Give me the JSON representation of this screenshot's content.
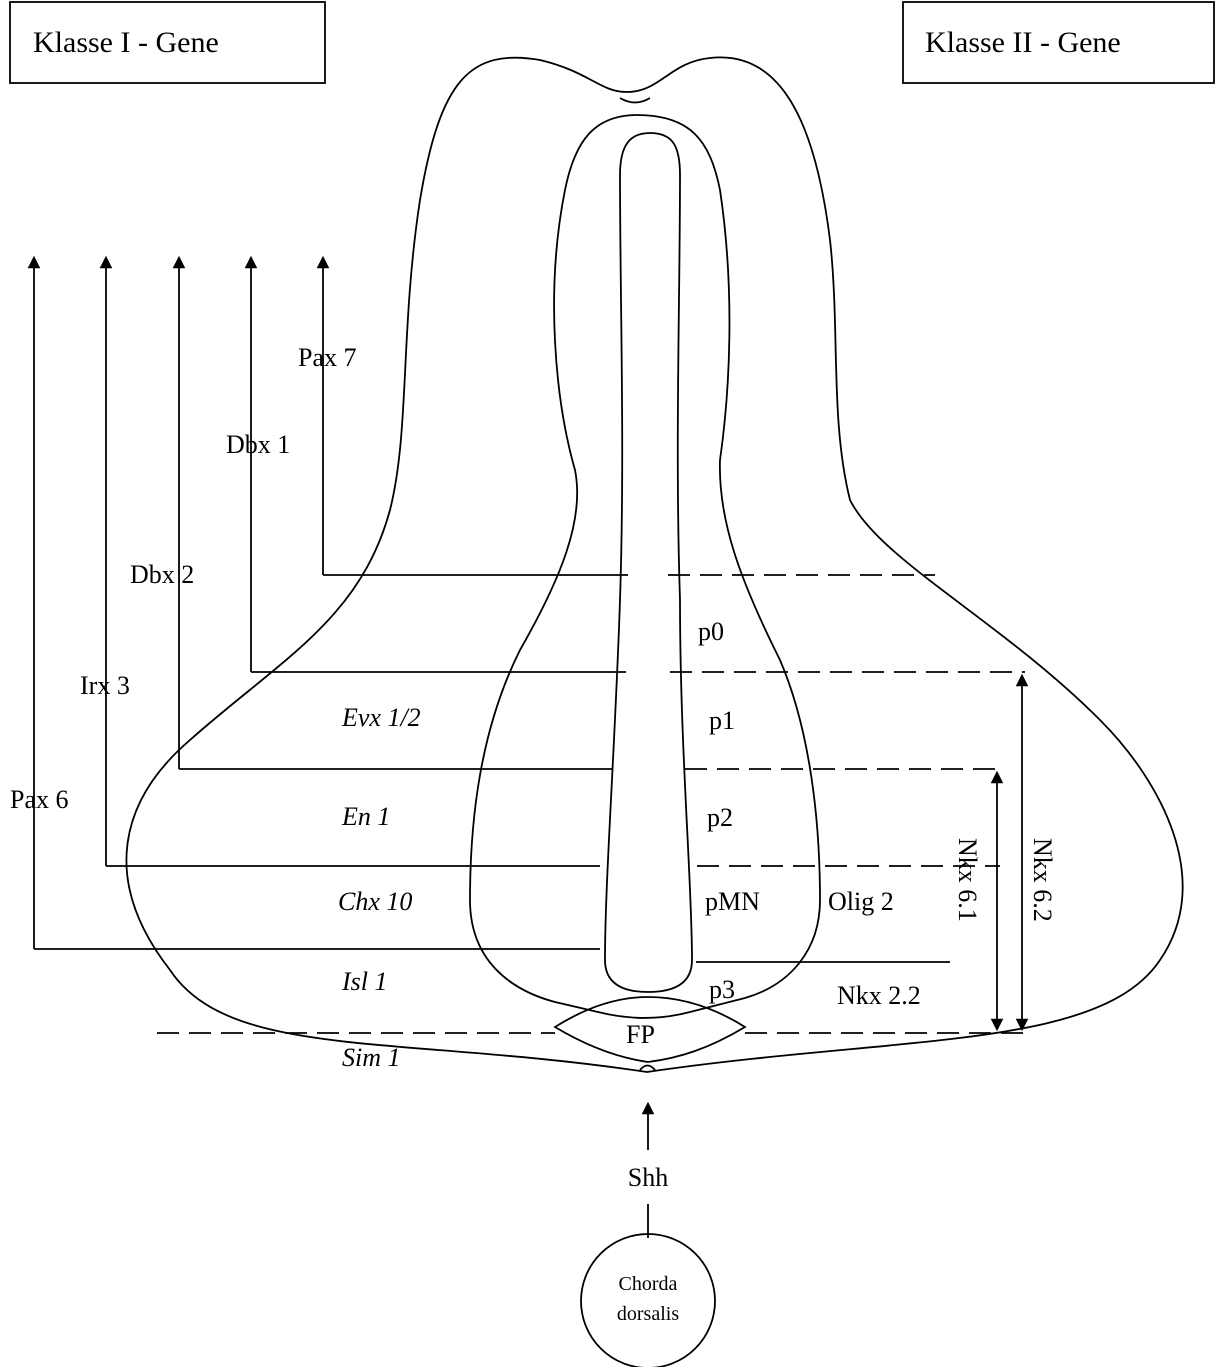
{
  "header": {
    "class1_title": "Klasse I - Gene",
    "class2_title": "Klasse II - Gene"
  },
  "class1_genes": {
    "pax7": "Pax 7",
    "dbx1": "Dbx 1",
    "dbx2": "Dbx 2",
    "irx3": "Irx 3",
    "pax6": "Pax 6"
  },
  "class2_genes": {
    "olig2": "Olig 2",
    "nkx22": "Nkx 2.2",
    "nkx61": "Nkx 6.1",
    "nkx62": "Nkx 6.2"
  },
  "interneuron_markers": {
    "evx": "Evx 1/2",
    "en1": "En 1",
    "chx10": "Chx 10",
    "isl1": "Isl 1",
    "sim1": "Sim 1"
  },
  "progenitor_domains": {
    "p0": "p0",
    "p1": "p1",
    "p2": "p2",
    "pmn": "pMN",
    "p3": "p3",
    "fp": "FP"
  },
  "signal": {
    "shh": "Shh",
    "chorda_line1": "Chorda",
    "chorda_line2": "dorsalis"
  }
}
